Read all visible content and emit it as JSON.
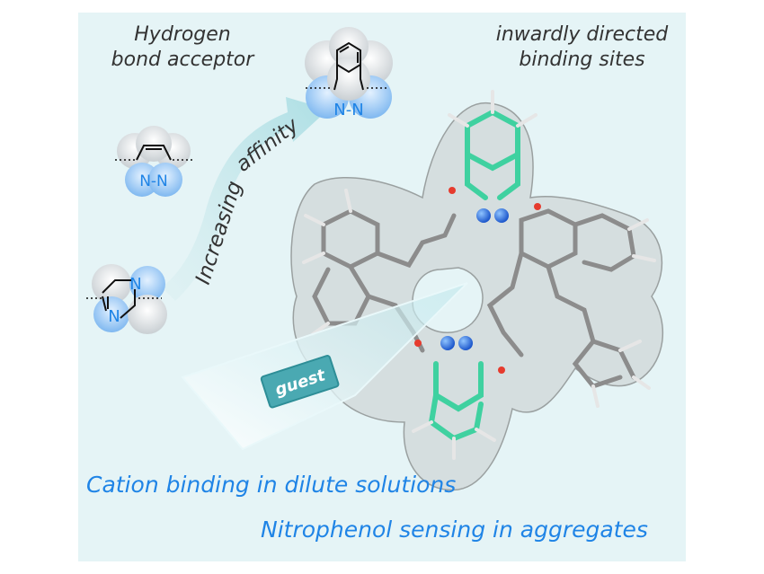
{
  "labels": {
    "hba_line1": "Hydrogen",
    "hba_line2": "bond acceptor",
    "sites_line1": "inwardly directed",
    "sites_line2": "binding sites",
    "increasing": "Increasing",
    "affinity": "affinity",
    "guest": "guest",
    "cation": "Cation binding in dilute solutions",
    "nitrophenol": "Nitrophenol sensing in aggregates"
  },
  "atoms": {
    "n_pair": "N-N",
    "n_single": "N"
  },
  "colors": {
    "background_panel": "#e5f4f6",
    "accent_blue": "#1f84e6",
    "carbon_green": "#3fd1a0",
    "nitrogen_blue": "#2a6fe0",
    "stick_gray": "#8c8c8c",
    "guest_box": "#4aa9b2"
  }
}
